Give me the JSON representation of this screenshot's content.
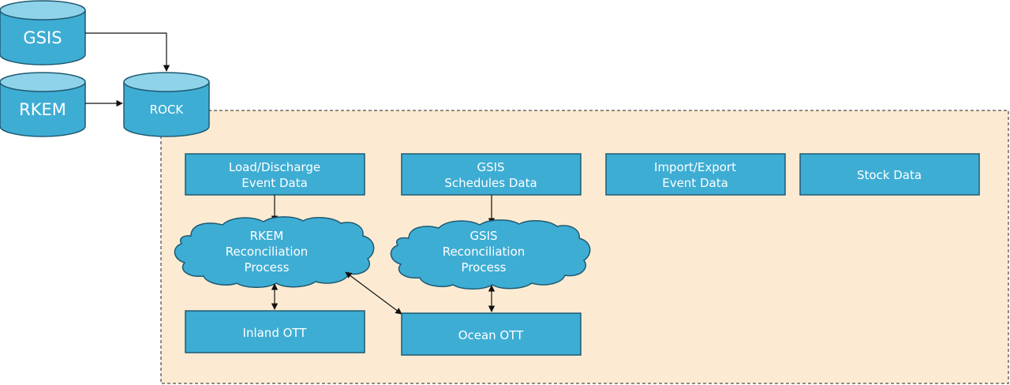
{
  "sources": {
    "gsis": "GSIS",
    "rkem": "RKEM",
    "rock": "ROCK"
  },
  "data_boxes": {
    "load_discharge": [
      "Load/Discharge",
      "Event Data"
    ],
    "gsis_schedules": [
      "GSIS",
      "Schedules Data"
    ],
    "import_export": [
      "Import/Export",
      "Event Data"
    ],
    "stock": "Stock Data"
  },
  "processes": {
    "rkem_reconciliation": [
      "RKEM",
      "Reconciliation",
      "Process"
    ],
    "gsis_reconciliation": [
      "GSIS",
      "Reconciliation",
      "Process"
    ]
  },
  "outputs": {
    "inland_ott": "Inland OTT",
    "ocean_ott": "Ocean OTT"
  },
  "colors": {
    "box_fill": "#3EADD4",
    "box_stroke": "#1E5A72",
    "cyl_top": "#8FD3EA",
    "region_fill": "#FCEBD2",
    "line": "#111111",
    "text": "#FFFFFF"
  }
}
